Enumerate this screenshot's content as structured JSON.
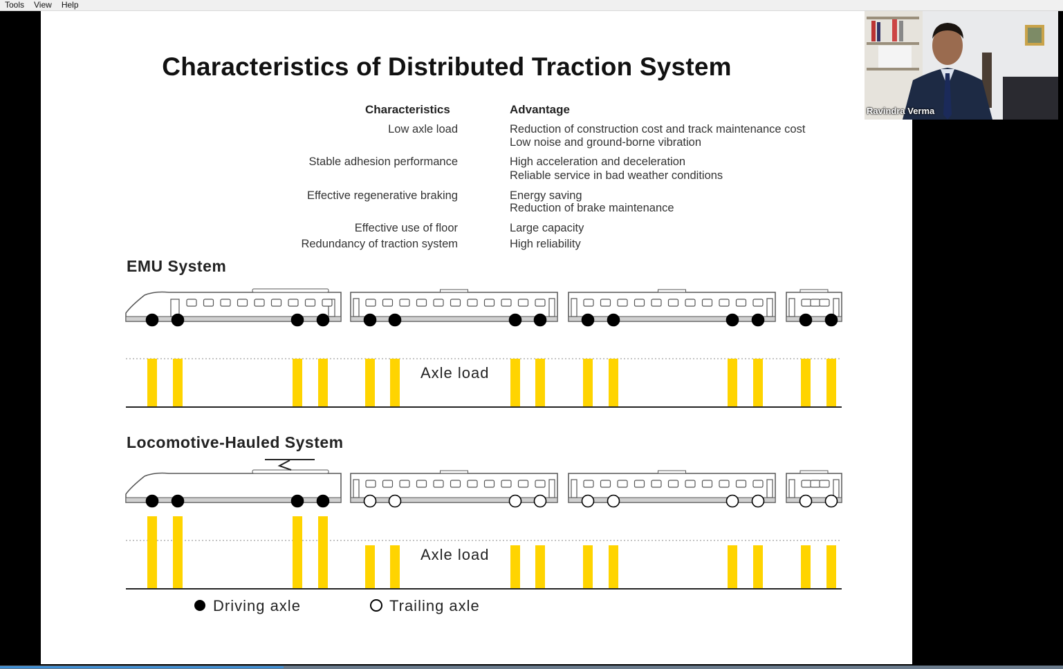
{
  "menu": [
    "Tools",
    "View",
    "Help"
  ],
  "slide": {
    "title": "Characteristics of Distributed Traction System",
    "table": {
      "header_left": "Characteristics",
      "header_right": "Advantage",
      "rows": [
        {
          "characteristic": "Low axle load",
          "advantages": [
            "Reduction of construction cost and track maintenance cost",
            "Low noise and ground-borne vibration"
          ]
        },
        {
          "characteristic": "Stable adhesion performance",
          "advantages": [
            "High acceleration and deceleration",
            "Reliable service in bad weather conditions"
          ]
        },
        {
          "characteristic": "Effective regenerative braking",
          "advantages": [
            "Energy saving",
            "Reduction of brake maintenance"
          ]
        },
        {
          "characteristic": "Effective use of floor",
          "advantages": [
            "Large capacity"
          ]
        },
        {
          "characteristic": "Redundancy of traction system",
          "advantages": [
            "High reliability"
          ]
        }
      ]
    },
    "emu_heading": "EMU System",
    "loco_heading": "Locomotive-Hauled System",
    "axle_load_label": "Axle load",
    "legend": {
      "driving": "Driving axle",
      "trailing": "Trailing axle"
    }
  },
  "chart_data": [
    {
      "type": "bar",
      "title": "EMU System",
      "series": [
        {
          "name": "Axle load",
          "axle_types": [
            "driving",
            "driving",
            "driving",
            "driving",
            "driving",
            "driving",
            "driving",
            "driving",
            "driving",
            "driving",
            "driving",
            "driving",
            "driving",
            "driving"
          ],
          "values": [
            1,
            1,
            1,
            1,
            1,
            1,
            1,
            1,
            1,
            1,
            1,
            1,
            1,
            1
          ]
        }
      ]
    },
    {
      "type": "bar",
      "title": "Locomotive-Hauled System",
      "series": [
        {
          "name": "Axle load",
          "axle_types": [
            "driving",
            "driving",
            "driving",
            "driving",
            "trailing",
            "trailing",
            "trailing",
            "trailing",
            "trailing",
            "trailing",
            "trailing",
            "trailing",
            "trailing",
            "trailing"
          ],
          "values": [
            1.5,
            1.5,
            1.5,
            1.5,
            0.9,
            0.9,
            0.9,
            0.9,
            0.9,
            0.9,
            0.9,
            0.9,
            0.9,
            0.9
          ]
        }
      ]
    }
  ],
  "video": {
    "participant_name": "Ravindra Verma"
  },
  "colors": {
    "bar": "#ffd400",
    "slide_bg": "#ffffff",
    "frame_bg": "#000000"
  }
}
